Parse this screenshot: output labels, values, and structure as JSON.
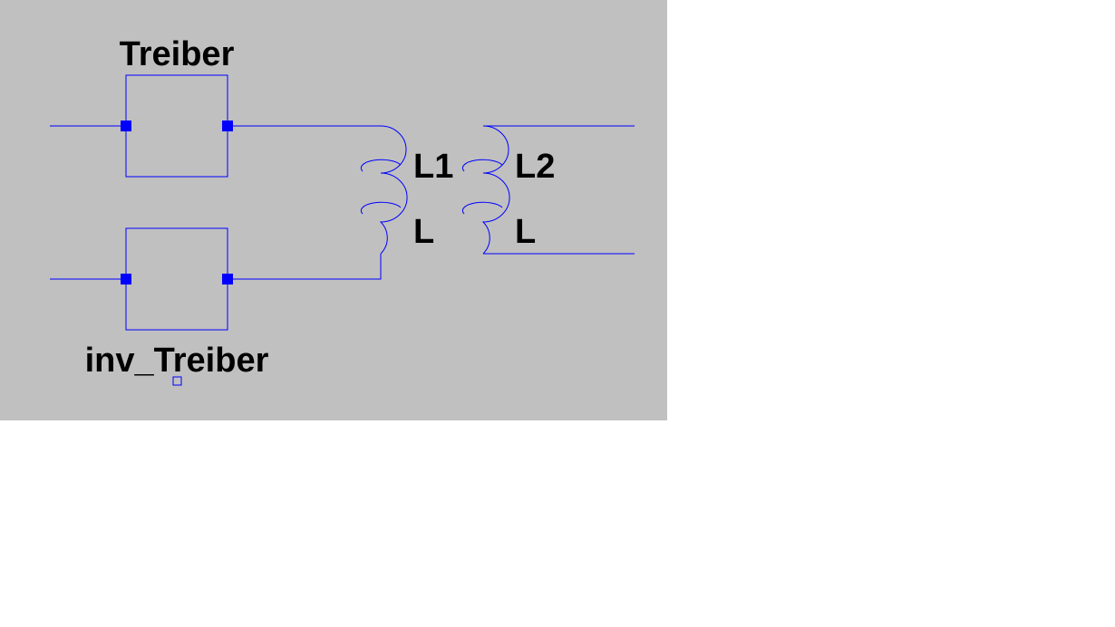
{
  "colors": {
    "canvas": "#c0c0c0",
    "wire": "#0000ff",
    "pin": "#0000ff",
    "text": "#000000",
    "page": "#ffffff"
  },
  "components": {
    "driver": {
      "name": "Treiber"
    },
    "inverted_driver": {
      "name": "inv_Treiber"
    },
    "inductor_primary": {
      "name": "L1",
      "value": "L"
    },
    "inductor_secondary": {
      "name": "L2",
      "value": "L"
    }
  }
}
